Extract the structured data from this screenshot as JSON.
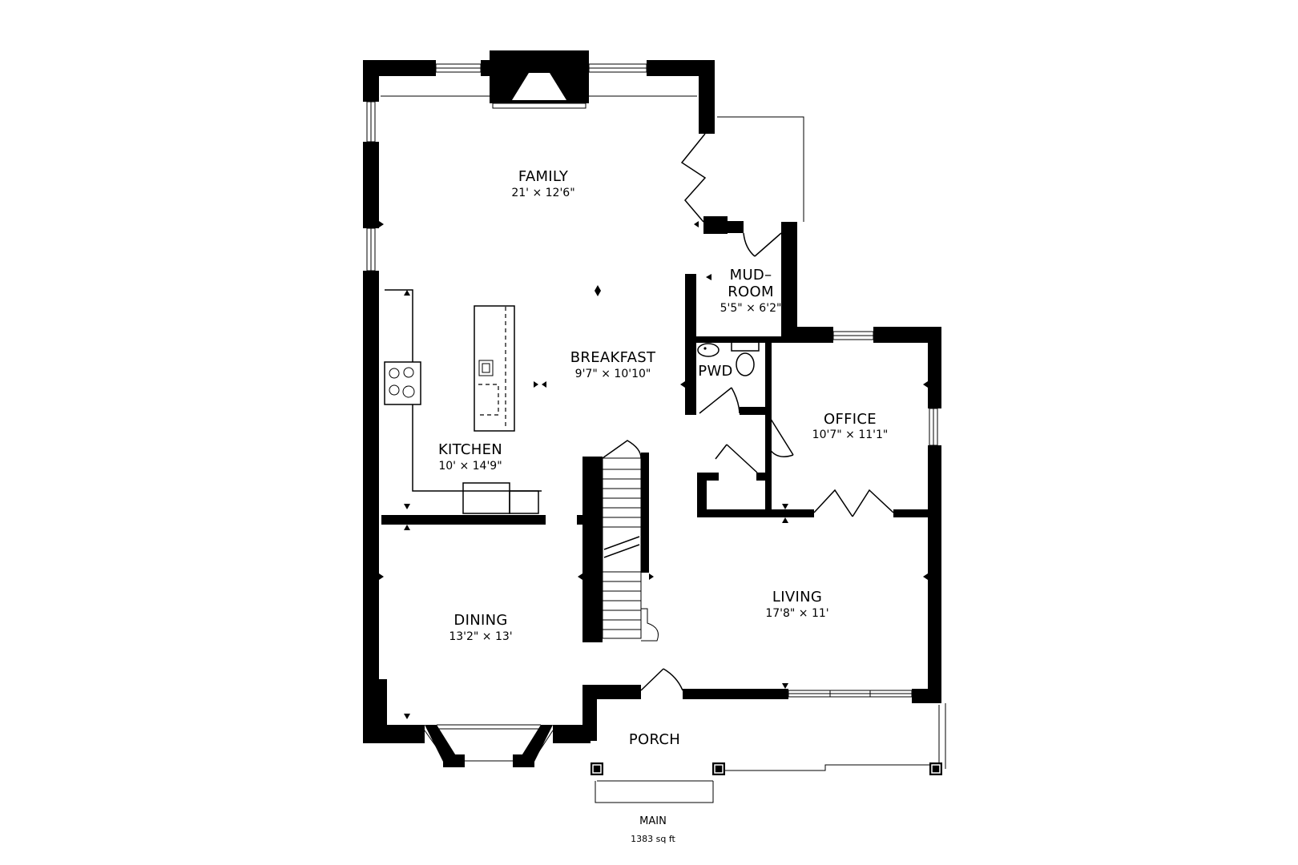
{
  "floor": {
    "name": "MAIN",
    "area": "1383 sq ft"
  },
  "rooms": {
    "family": {
      "name": "FAMILY",
      "dims": "21' × 12'6\""
    },
    "mudroom": {
      "name_line1": "MUD–",
      "name_line2": "ROOM",
      "dims": "5'5\" × 6'2\""
    },
    "breakfast": {
      "name": "BREAKFAST",
      "dims": "9'7\" × 10'10\""
    },
    "pwd": {
      "name": "PWD"
    },
    "office": {
      "name": "OFFICE",
      "dims": "10'7\" × 11'1\""
    },
    "kitchen": {
      "name": "KITCHEN",
      "dims": "10' × 14'9\""
    },
    "living": {
      "name": "LIVING",
      "dims": "17'8\" × 11'"
    },
    "dining": {
      "name": "DINING",
      "dims": "13'2\" × 13'"
    },
    "porch": {
      "name": "PORCH"
    }
  }
}
